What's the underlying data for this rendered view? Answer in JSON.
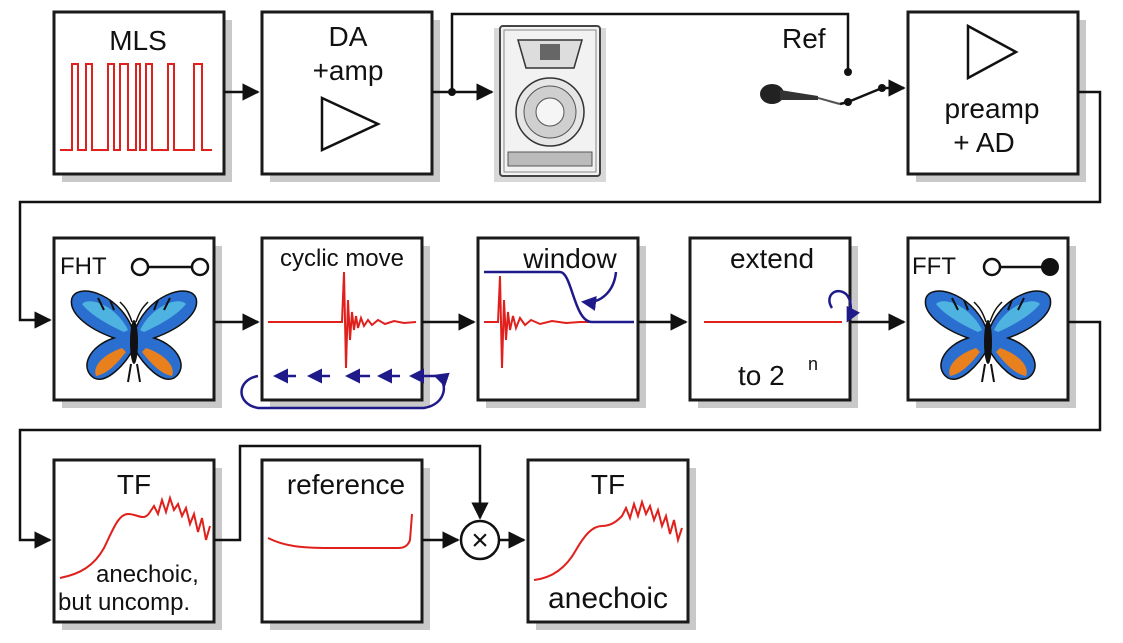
{
  "blocks": {
    "mls": {
      "label": "MLS"
    },
    "da_amp": {
      "line1": "DA",
      "line2": "+amp"
    },
    "reference_switch": {
      "label": "Ref"
    },
    "preamp_ad": {
      "line1": "preamp",
      "line2": "+ AD"
    },
    "fht": {
      "label": "FHT"
    },
    "cyclic_move": {
      "label": "cyclic move"
    },
    "window": {
      "label": "window"
    },
    "extend": {
      "label": "extend",
      "note": "to 2",
      "superscript": "n"
    },
    "fft": {
      "label": "FFT"
    },
    "tf_uncomp": {
      "label": "TF",
      "note1": "anechoic,",
      "note2": "but uncomp."
    },
    "reference": {
      "label": "reference"
    },
    "tf_anechoic": {
      "label": "TF",
      "note": "anechoic"
    }
  },
  "multiply_symbol": "×",
  "colors": {
    "signal": "#e0201c",
    "window_curve": "#1f1a8a",
    "outline": "#1a1a1a",
    "butterfly_blue": "#2a6fd0",
    "butterfly_orange": "#e8801e"
  }
}
